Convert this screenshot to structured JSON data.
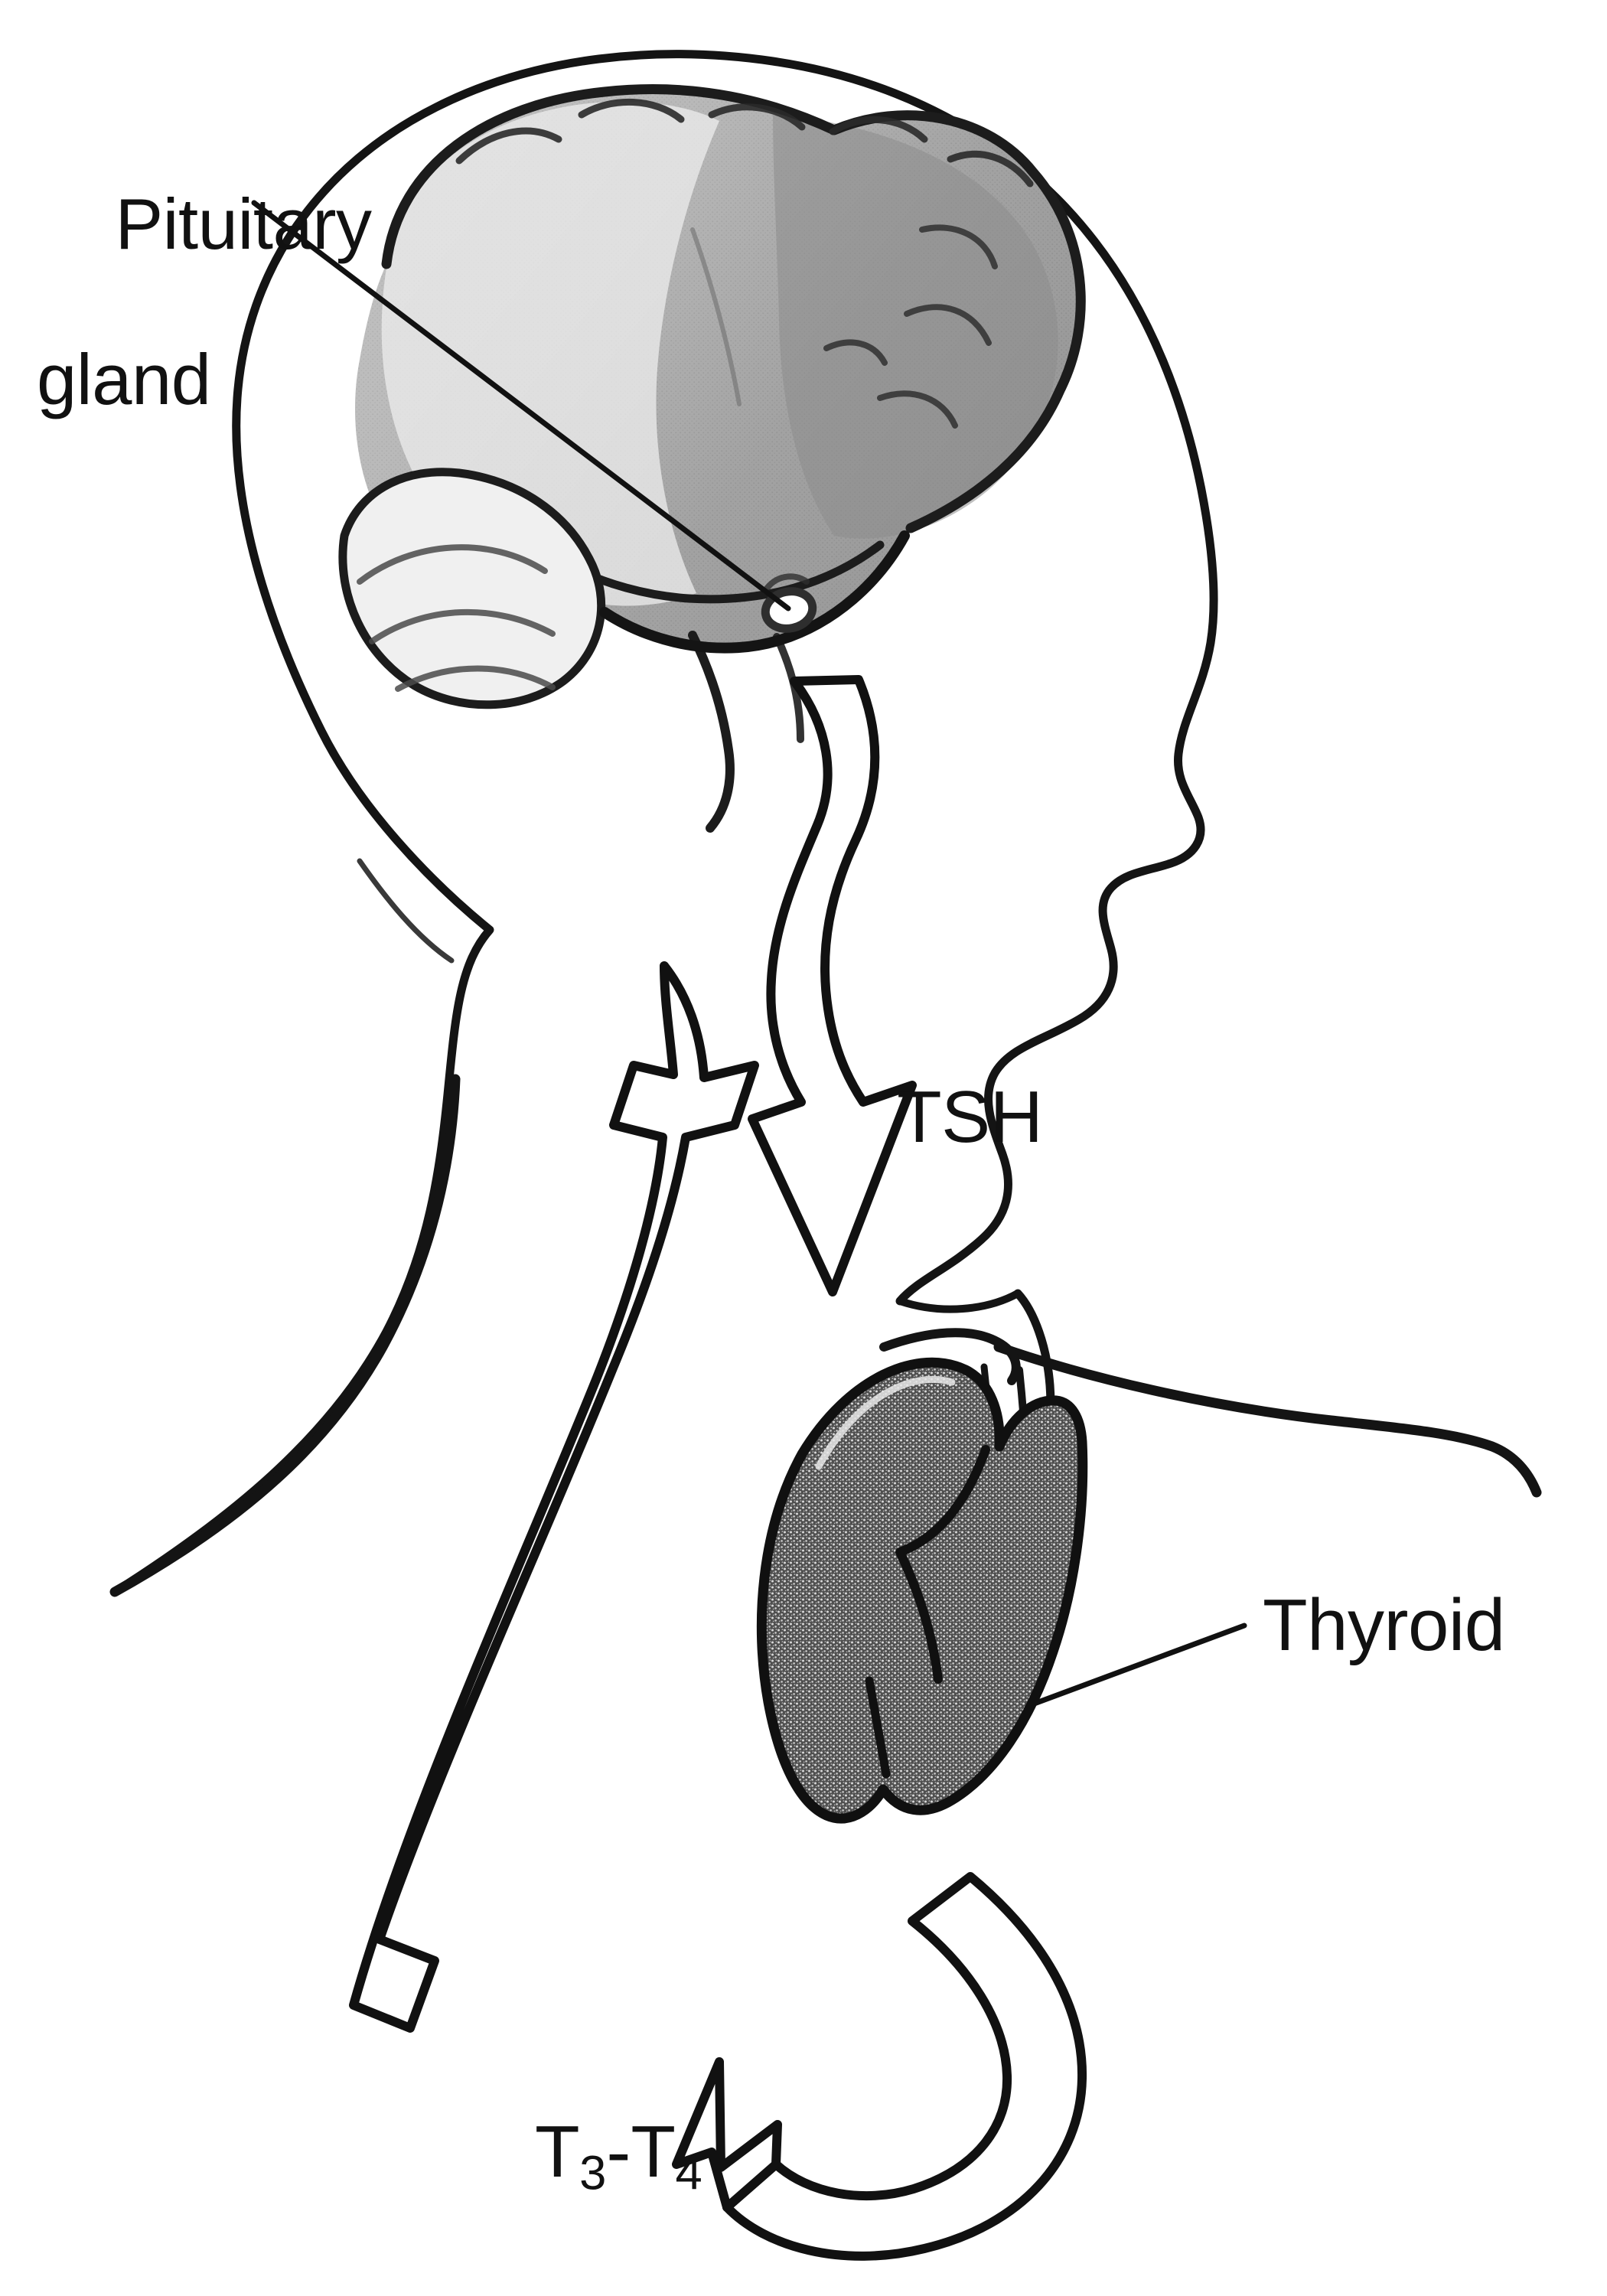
{
  "figure": {
    "kind": "anatomical-diagram",
    "subject": "Hypothalamic-pituitary-thyroid axis",
    "view": "lateral head and neck profile, facing right",
    "background_color": "#ffffff",
    "line_color": "#111111"
  },
  "labels": {
    "pituitary": {
      "line1": "Pituitary",
      "line2": "gland"
    },
    "tsh": "TSH",
    "thyroid": "Thyroid",
    "t3t4": {
      "t_first": "T",
      "sub_first": "3",
      "dash": "-",
      "t_second": "T",
      "sub_second": "4"
    }
  },
  "structures": [
    {
      "name": "head-profile",
      "description": "outline of skull, face, nose, lips, chin, neck and shoulder",
      "fill": "#ffffff",
      "stroke": "#111111"
    },
    {
      "name": "brain",
      "description": "cerebrum with gyri and sulci plus cerebellum and brainstem",
      "fill": "#9c9c9c",
      "stroke": "#1a1a1a"
    },
    {
      "name": "pituitary-gland",
      "description": "small pale oval below the cerebrum at the sella turcica",
      "fill": "#ffffff",
      "stroke": "#2b2b2b"
    },
    {
      "name": "thyroid-gland",
      "description": "butterfly shaped gland anterior to the trachea, dark stippled",
      "fill": "#5f5f5f",
      "stroke": "#111111"
    },
    {
      "name": "trachea",
      "description": "airway passing behind the thyroid"
    }
  ],
  "arrows": [
    {
      "name": "tsh-arrow",
      "label": "TSH",
      "from": "pituitary-gland",
      "to": "thyroid-gland",
      "direction": "downward",
      "style": "hollow outline block arrow",
      "fill": "#ffffff",
      "stroke": "#111111"
    },
    {
      "name": "t3-t4-arrow",
      "label": "T3-T4",
      "from": "thyroid-gland",
      "to": "pituitary-gland",
      "direction": "upward feedback",
      "style": "hollow outline block arrow",
      "fill": "#ffffff",
      "stroke": "#111111"
    },
    {
      "name": "t3-t4-hook-arrow",
      "label": "T3-T4",
      "from": "thyroid-gland",
      "to": "t3-t4-arrow",
      "direction": "curving hook, down then back up-left",
      "style": "hollow outline curved arrow",
      "fill": "#ffffff",
      "stroke": "#111111"
    }
  ],
  "leader_lines": [
    {
      "name": "pituitary-leader",
      "from_label": "Pituitary gland",
      "to_structure": "pituitary-gland"
    },
    {
      "name": "thyroid-leader",
      "from_label": "Thyroid",
      "to_structure": "thyroid-gland"
    }
  ],
  "colors": {
    "ink": "#111111",
    "brain_gray": "#9c9c9c",
    "brain_light": "#e9e9e9",
    "thyroid_dark": "#5f5f5f",
    "paper": "#ffffff"
  }
}
